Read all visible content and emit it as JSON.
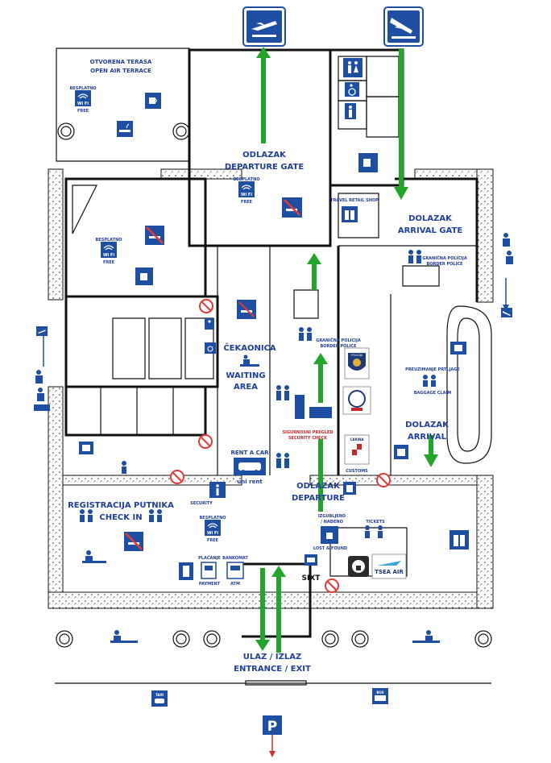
{
  "labels": {
    "terrace_hr": "OTVORENA TERASA",
    "terrace_en": "OPEN AIR TERRACE",
    "departure_gate_hr": "ODLAZAK",
    "departure_gate_en": "DEPARTURE GATE",
    "travel_retail": "TRAVEL RETAIL SHOP",
    "arrival_gate_hr": "DOLAZAK",
    "arrival_gate_en": "ARRIVAL GATE",
    "border_police_top_hr": "GRANIČNA POLICIJA",
    "border_police_top_en": "BORDER POLICE",
    "border_police_mid_hr": "GRANIČNA POLICIJA",
    "border_police_mid_en": "BORDER POLICE",
    "waiting_hr": "ČEKAONICA",
    "waiting_en1": "WAITING",
    "waiting_en2": "AREA",
    "baggage_hr": "PREUZIMANJE PRTLJAGE",
    "baggage_en": "BAGGAGE CLAIM",
    "arrival_hr": "DOLAZAK",
    "arrival_en": "ARRIVAL",
    "security_hr": "SIGURNOSNI PREGLED",
    "security_en": "SECURITY CHECK",
    "rent_a_car": "RENT A CAR",
    "unirent": "uni rent",
    "departure_hr": "ODLAZAK",
    "departure_en": "DEPARTURE",
    "customs": "CUSTOMS",
    "checkin_hr": "REGISTRACIJA PUTNIKA",
    "checkin_en": "CHECK IN",
    "security_company": "SECURITY",
    "lost_hr1": "IZGUBLJENO",
    "lost_hr2": "/ NAĐENO",
    "lost_en": "LOST & FOUND",
    "tickets": "TICKETS",
    "payment_hr": "PLAĆANJE",
    "payment_en": "PAYMENT",
    "atm_hr": "BANKOMAT",
    "atm_en": "ATM",
    "sixt": "SIXT",
    "trade_air": "TSEA AIR",
    "entrance_hr": "ULAZ / IZLAZ",
    "entrance_en": "ENTRANCE / EXIT",
    "taxi": "TAXI",
    "bus": "BUS",
    "parking": "P",
    "wifi_free_hr": "BESPLATNO",
    "wifi_word": "Wi Fi",
    "wifi_free_en": "FREE",
    "police_badge": "POLICIJA",
    "customs_badge": "CARINA"
  },
  "colors": {
    "accent_blue": "#1f3f99",
    "icon_blue": "#1e4fa3",
    "path_green": "#22a52a",
    "security_red": "#c62828"
  },
  "icons": [
    "departure-plane-icon",
    "arrival-plane-icon",
    "wifi-icon",
    "coffee-icon",
    "no-smoking-icon",
    "smoking-icon",
    "wc-icon",
    "wheelchair-icon",
    "police-icon",
    "info-icon",
    "phone-icon",
    "bench-icon",
    "taxi-icon",
    "bus-icon",
    "parking-icon",
    "baggage-icon",
    "luggage-icon",
    "shop-icon",
    "no-entry-icon",
    "atm-icon",
    "payment-icon"
  ]
}
